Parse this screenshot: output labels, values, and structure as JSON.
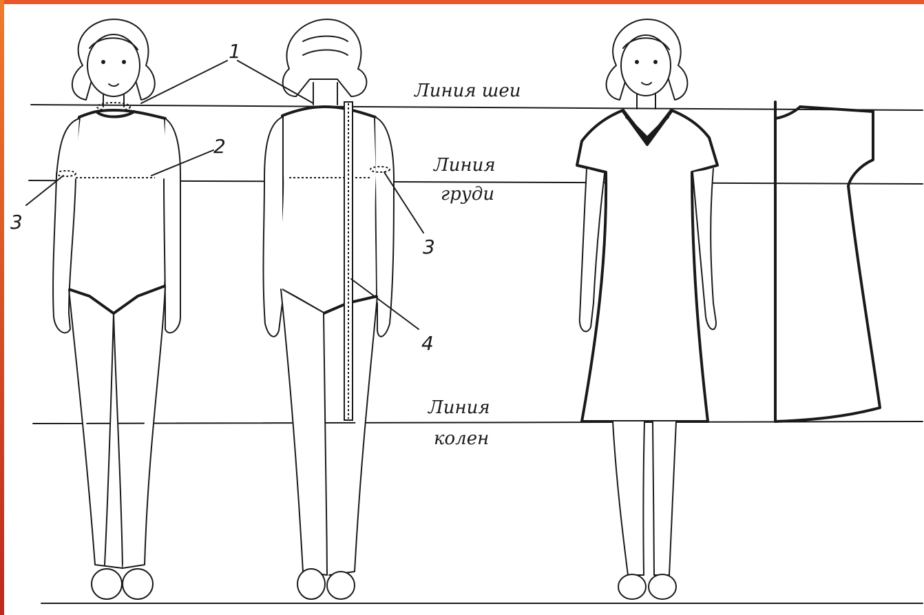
{
  "colors": {
    "frame_top": "#e8562a",
    "frame_left_top": "#f07a2a",
    "frame_left_bottom": "#c0281e",
    "ink": "#1a1a1a",
    "background": "#ffffff"
  },
  "labels": {
    "neck_line": "Линия шеи",
    "chest_line_1": "Линия",
    "chest_line_2": "груди",
    "knee_line_1": "Линия",
    "knee_line_2": "колен"
  },
  "markers": {
    "m1": "1",
    "m2": "2",
    "m3_left": "3",
    "m3_right": "3",
    "m4": "4"
  }
}
